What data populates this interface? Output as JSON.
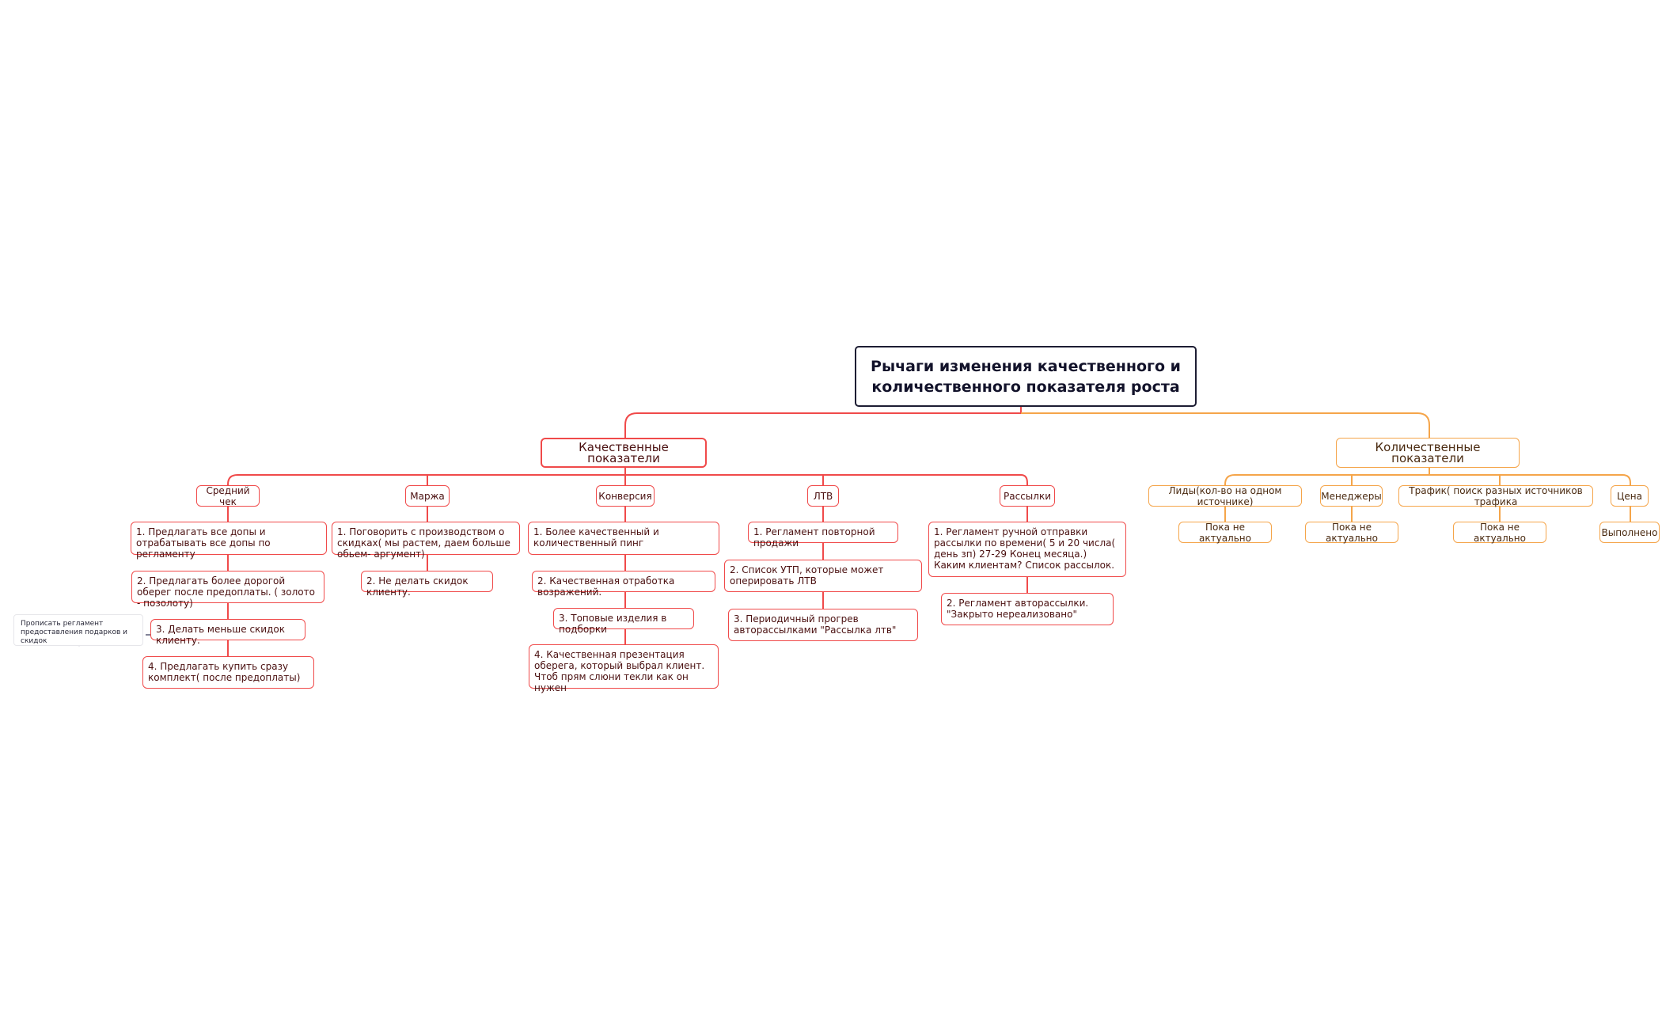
{
  "root": {
    "title": "Рычаги изменения качественного и количественного показателя роста"
  },
  "qualitative": {
    "label": "Качественные показатели",
    "branches": [
      {
        "label": "Средний чек",
        "items": [
          "1. Предлагать все допы и отрабатывать все допы по регламенту",
          "2. Предлагать более дорогой оберег после предоплаты. ( золото - позолоту)",
          "3. Делать меньше скидок клиенту.",
          "4. Предлагать купить сразу комплект( после предоплаты)"
        ]
      },
      {
        "label": "Маржа",
        "items": [
          "1. Поговорить с производством о скидках( мы растем, даем больше обьем- аргумент)",
          "2. Не делать скидок клиенту."
        ]
      },
      {
        "label": "Конверсия",
        "items": [
          "1. Более качественный  и количественный пинг",
          "2. Качественная  отработка возражений.",
          "3. Топовые изделия в подборки",
          "4. Качественная презентация оберега, который выбрал клиент. Чтоб прям слюни текли как он нужен"
        ]
      },
      {
        "label": "ЛТВ",
        "items": [
          "1. Регламент повторной продажи",
          "2. Список УТП, которые может оперировать ЛТВ",
          "3. Периодичный  прогрев авторассылками \"Рассылка лтв\""
        ]
      },
      {
        "label": "Рассылки",
        "items": [
          "1. Регламент  ручной отправки рассылки по времени( 5 и 20 числа( день зп) 27-29 Конец месяца.) Каким клиентам? Список рассылок.",
          "2. Регламент авторассылки. \"Закрыто нереализовано\""
        ]
      }
    ]
  },
  "quantitative": {
    "label": "Количественные показатели",
    "branches": [
      {
        "label": "Лиды(кол-во на одном источнике)",
        "items": [
          "Пока не актуально"
        ]
      },
      {
        "label": "Менеджеры",
        "items": [
          "Пока не актуально"
        ]
      },
      {
        "label": "Трафик( поиск разных источников трафика",
        "items": [
          "Пока не актуально"
        ]
      },
      {
        "label": "Цена",
        "items": [
          "Выполнено"
        ]
      }
    ]
  },
  "note": {
    "text": "Прописать регламент предоставления подарков и скидок"
  },
  "colors": {
    "qualitative": "#f04a4a",
    "quantitative": "#f5a54a",
    "root": "#1d1d33"
  }
}
